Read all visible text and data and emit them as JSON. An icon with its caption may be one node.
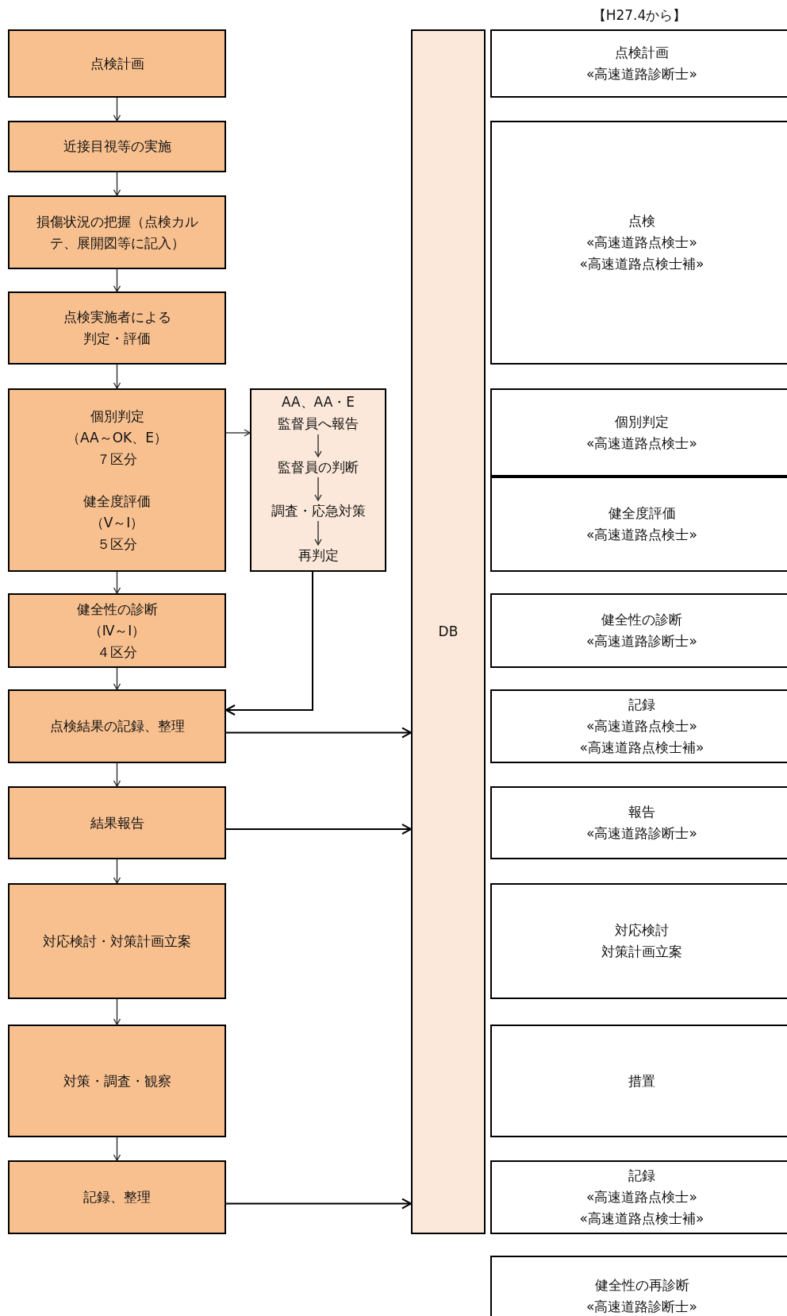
{
  "diagram": {
    "nodes": [
      {
        "text": [
          "点検計画"
        ]
      },
      {
        "text": [
          "近接目視等の実施"
        ]
      },
      {
        "text": [
          "損傷状況の把握（点検カルテ、展開図等に記入）"
        ]
      },
      {
        "text": [
          "点検実施者による",
          "判定・評価"
        ]
      },
      {
        "text": [
          "個別判定",
          "（AA～OK、E）",
          "７区分",
          "健全度評価",
          "（Ⅴ～Ⅰ）",
          "５区分"
        ]
      },
      {
        "text": [],
        "shape": "box"
      },
      {
        "text": [
          "AA、AA・E",
          "監督員へ報告"
        ],
        "in": 5
      },
      {
        "text": [
          "監督員の判断"
        ],
        "in": 5
      },
      {
        "text": [
          "調査・応急対策"
        ],
        "in": 5
      },
      {
        "text": [
          "再判定"
        ],
        "in": 5
      },
      {
        "text": [
          "健全性の診断",
          "（Ⅳ～Ⅰ）",
          "４区分"
        ]
      },
      {
        "text": [
          "点検結果の記録、整理"
        ]
      },
      {
        "text": [
          "結果報告"
        ]
      },
      {
        "text": [
          "対応検討・対策計画立案"
        ]
      },
      {
        "text": [
          "対策・調査・観察"
        ]
      },
      {
        "text": [
          "記録、整理"
        ]
      },
      {
        "text": [
          "DB"
        ]
      },
      {
        "text": [
          "点検計画",
          "«高速道路診断士»"
        ]
      },
      {
        "text": [
          "点検",
          "«高速道路点検士»",
          "«高速道路点検士補»"
        ]
      },
      {
        "text": [
          "個別判定",
          "«高速道路点検士»"
        ]
      },
      {
        "text": [
          "健全度評価",
          "«高速道路点検士»"
        ]
      },
      {
        "text": [
          "健全性の診断",
          "«高速道路診断士»"
        ]
      },
      {
        "text": [
          "記録",
          "«高速道路点検士»",
          "«高速道路点検士補»"
        ]
      },
      {
        "text": [
          "報告",
          "«高速道路診断士»"
        ]
      },
      {
        "text": [
          "対応検討",
          "対策計画立案"
        ]
      },
      {
        "text": [
          "措置"
        ]
      },
      {
        "text": [
          "記録",
          "«高速道路点検士»",
          "«高速道路点検士補»"
        ]
      },
      {
        "text": [
          "健全性の再診断",
          "«高速道路診断士»"
        ]
      }
    ],
    "edges": [
      {
        "from": 0,
        "to": 1,
        "arrow": "to"
      },
      {
        "from": 1,
        "to": 2,
        "arrow": "to"
      },
      {
        "from": 2,
        "to": 3,
        "arrow": "to"
      },
      {
        "from": 3,
        "to": 4,
        "arrow": "to"
      },
      {
        "from": 4,
        "to": 5,
        "arrow": "to"
      },
      {
        "from": 6,
        "to": 7,
        "arrow": "to"
      },
      {
        "from": 7,
        "to": 8,
        "arrow": "to"
      },
      {
        "from": 8,
        "to": 9,
        "arrow": "to"
      },
      {
        "from": 5,
        "to": 11,
        "arrow": "to"
      },
      {
        "from": 4,
        "to": 10,
        "arrow": "to"
      },
      {
        "from": 10,
        "to": 11,
        "arrow": "to"
      },
      {
        "from": 11,
        "to": 12,
        "arrow": "to"
      },
      {
        "from": 12,
        "to": 13,
        "arrow": "to"
      },
      {
        "from": 13,
        "to": 14,
        "arrow": "to"
      },
      {
        "from": 14,
        "to": 15,
        "arrow": "to"
      },
      {
        "from": 11,
        "to": 16,
        "arrow": "to"
      },
      {
        "from": 12,
        "to": 16,
        "arrow": "to"
      },
      {
        "from": 15,
        "to": 16,
        "arrow": "to"
      }
    ],
    "labels": [
      "【H27.4から】"
    ]
  }
}
